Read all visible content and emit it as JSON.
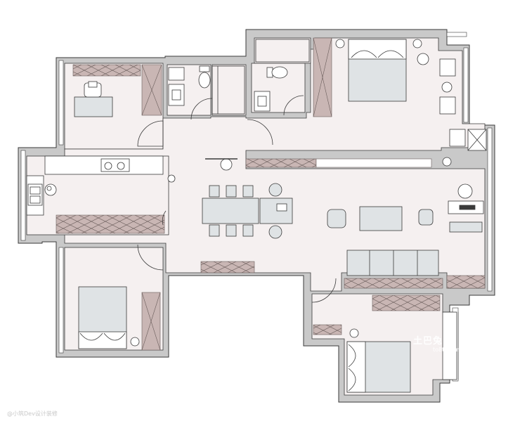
{
  "floorplan": {
    "colors": {
      "wall": "#c9c9c9",
      "wall_stroke": "#3a3a3a",
      "floor": "#f5f0f0",
      "cabinet": "#c9b6b4",
      "furniture": "#dfe3e5",
      "window": "#ffffff"
    },
    "rooms": [
      "study",
      "bathroom-1",
      "bathroom-2",
      "master-bedroom",
      "kitchen",
      "dining-room",
      "living-room",
      "bedroom-2",
      "bedroom-3"
    ],
    "icons": [
      "door-arc",
      "bed",
      "toilet",
      "sink",
      "stove",
      "armchair",
      "dining-chair",
      "plant"
    ]
  },
  "watermarks": {
    "bottom": "@小筑Dev设计装修",
    "logo": "土巴兔",
    "site": "to8to.com"
  }
}
